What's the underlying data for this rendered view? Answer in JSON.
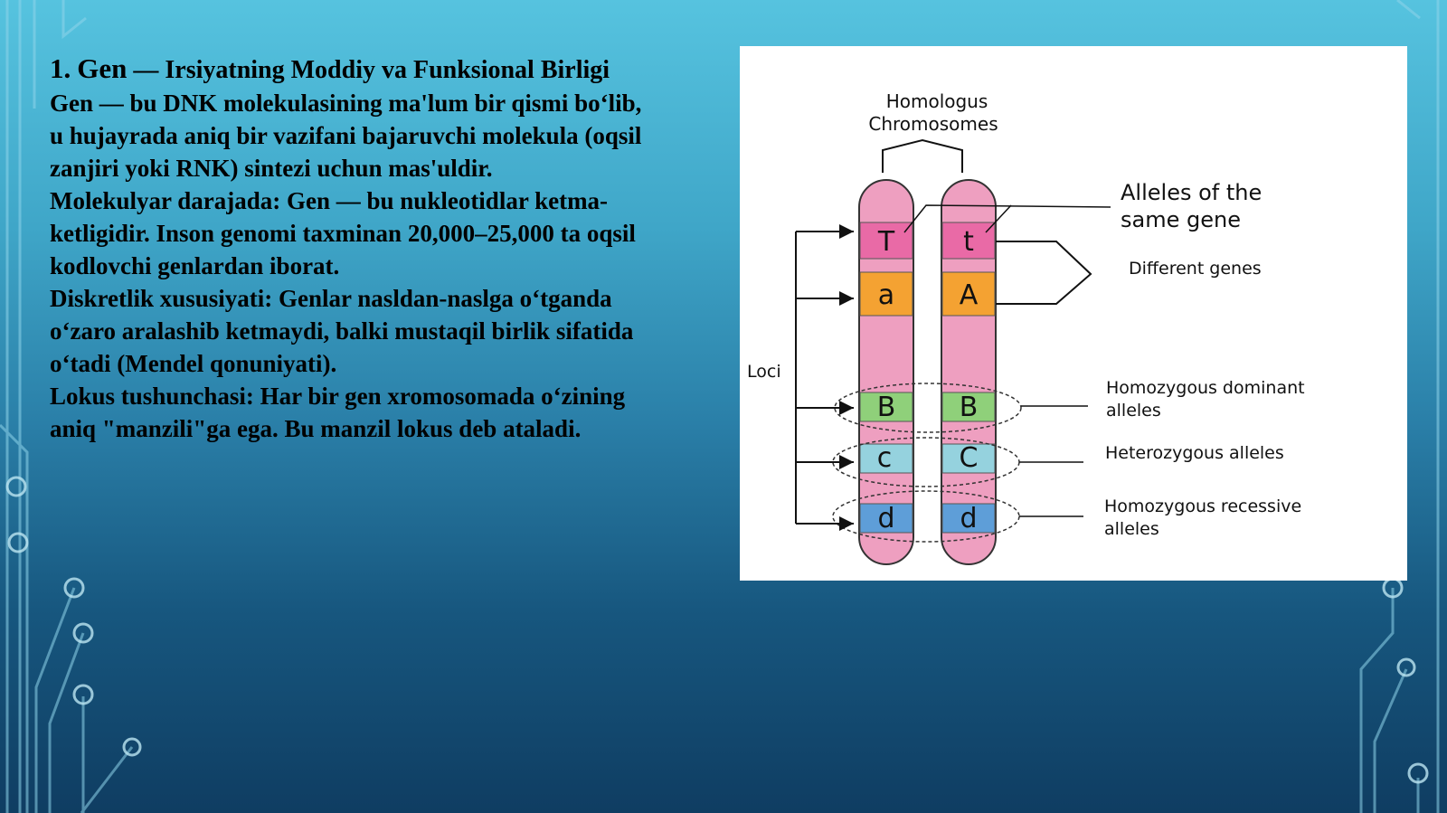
{
  "slide": {
    "title_number": "1.",
    "title_word": "Gen",
    "title_rest": "— Irsiyatning Moddiy va Funksional Birligi",
    "paragraphs": [
      "Gen — bu DNK molekulasining ma'lum bir qismi bo‘lib, u hujayrada aniq bir vazifani bajaruvchi molekula (oqsil zanjiri yoki RNK) sintezi uchun mas'uldir.",
      "Molekulyar darajada: Gen — bu nukleotidlar ketma-ketligidir. Inson genomi taxminan 20,000–25,000 ta oqsil kodlovchi genlardan iborat.",
      "Diskretlik xususiyati: Genlar nasldan-naslga o‘tganda o‘zaro aralashib ketmaydi, balki mustaqil birlik sifatida o‘tadi (Mendel qonuniyati).",
      "Lokus tushunchasi: Har bir gen xromosomada o‘zining aniq \"manzili\"ga ega. Bu manzil lokus deb ataladi."
    ]
  },
  "figure": {
    "header_line1": "Homologus",
    "header_line2": "Chromosomes",
    "loci_label": "Loci",
    "alleles_label_line1": "Alleles of the",
    "alleles_label_line2": "same gene",
    "different_genes_label": "Different genes",
    "homozygous_dominant_line1": "Homozygous dominant",
    "homozygous_dominant_line2": "alleles",
    "heterozygous_label": "Heterozygous alleles",
    "homozygous_recessive_line1": "Homozygous recessive",
    "homozygous_recessive_line2": "alleles",
    "left_alleles": [
      "T",
      "a",
      "B",
      "c",
      "d"
    ],
    "right_alleles": [
      "t",
      "A",
      "B",
      "C",
      "d"
    ],
    "colors": {
      "chromosome": "#ee9fc0",
      "band_T": "#e96aa6",
      "band_a": "#f4a232",
      "band_B": "#8fd07a",
      "band_c": "#95d2de",
      "band_d": "#5e9ed8"
    }
  }
}
